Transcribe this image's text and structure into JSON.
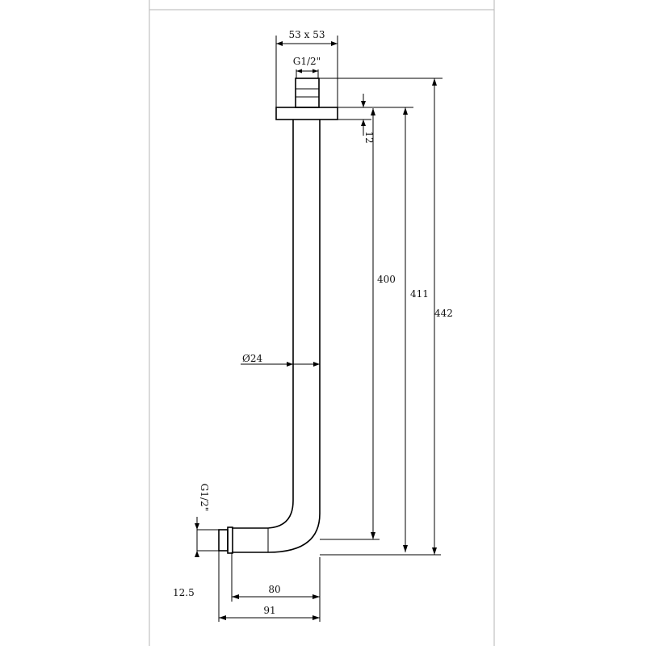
{
  "drawing": {
    "dimensions": {
      "flange_size": "53 x 53",
      "top_thread": "G1/2\"",
      "flange_thickness": "12",
      "height_400": "400",
      "height_411": "411",
      "height_442": "442",
      "tube_diameter": "Ø24",
      "outlet_thread": "G1/2\"",
      "outlet_offset": "12.5",
      "width_80": "80",
      "width_91": "91"
    }
  }
}
